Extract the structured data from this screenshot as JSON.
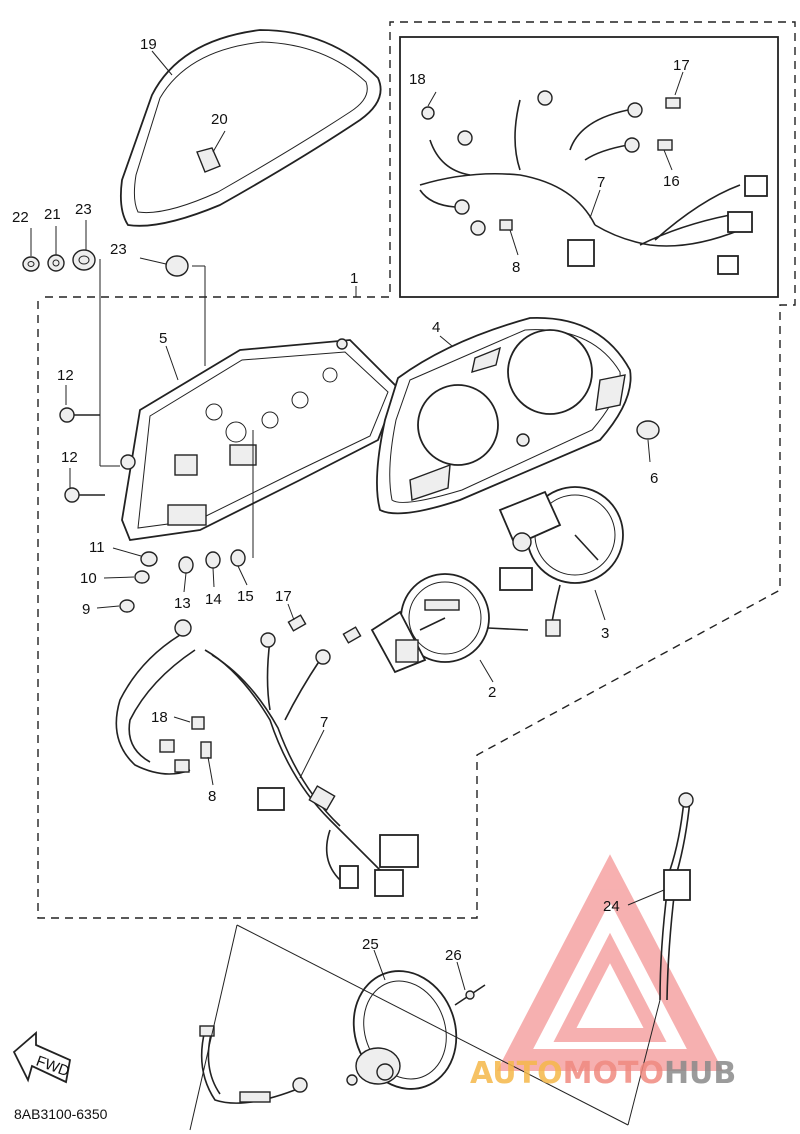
{
  "diagram": {
    "callouts": {
      "p1": "1",
      "p2": "2",
      "p3": "3",
      "p4": "4",
      "p5": "5",
      "p6": "6",
      "p7a": "7",
      "p7b": "7",
      "p8a": "8",
      "p8b": "8",
      "p9": "9",
      "p10": "10",
      "p11": "11",
      "p12a": "12",
      "p12b": "12",
      "p13": "13",
      "p14": "14",
      "p15": "15",
      "p16": "16",
      "p17a": "17",
      "p17b": "17",
      "p18a": "18",
      "p18b": "18",
      "p19": "19",
      "p20": "20",
      "p21": "21",
      "p22": "22",
      "p23a": "23",
      "p23b": "23",
      "p24": "24",
      "p25": "25",
      "p26": "26"
    },
    "fwd_label": "FWD",
    "diagram_code": "8AB3100-6350"
  },
  "watermark": {
    "text_auto": "AUTO",
    "text_moto": "MOTO",
    "text_hub": "HUB",
    "color_auto": "#f5b84a",
    "color_moto": "#f08a80",
    "color_hub": "#8a8a8a",
    "logo_color": "#f07070"
  }
}
